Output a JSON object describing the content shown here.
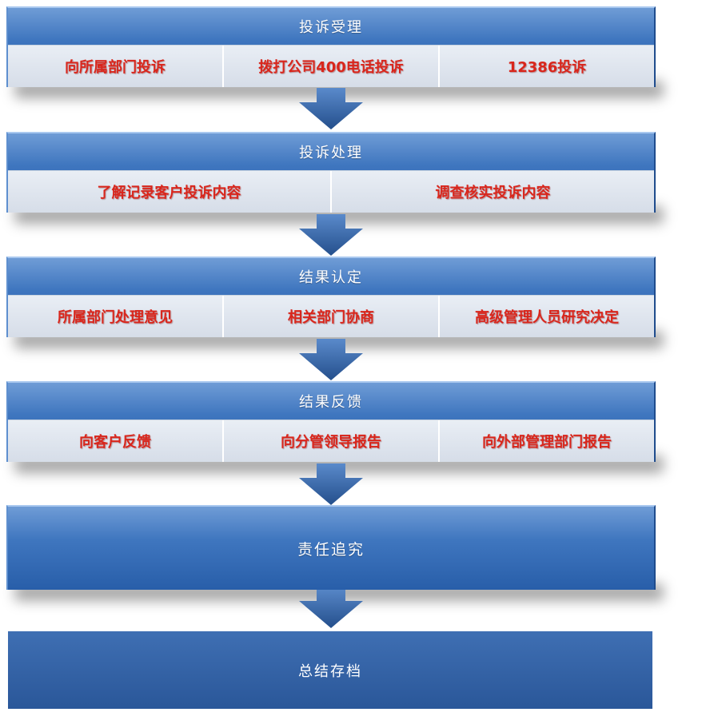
{
  "steps": [
    {
      "title": "投诉受理",
      "items": [
        "向所属部门投诉",
        "拨打公司400电话投诉",
        "12386投诉"
      ]
    },
    {
      "title": "投诉处理",
      "items": [
        "了解记录客户投诉内容",
        "调查核实投诉内容"
      ]
    },
    {
      "title": "结果认定",
      "items": [
        "所属部门处理意见",
        "相关部门协商",
        "高级管理人员研究决定"
      ]
    },
    {
      "title": "结果反馈",
      "items": [
        "向客户反馈",
        "向分管领导报告",
        "向外部管理部门报告"
      ]
    },
    {
      "title": "责任追究"
    },
    {
      "title": "总结存档"
    }
  ],
  "colors": {
    "header_blue": "#3f76bf",
    "subrow_bg": "#dfe5ee",
    "item_red": "#d9261c",
    "arrow_blue": "#2f5f9f"
  }
}
